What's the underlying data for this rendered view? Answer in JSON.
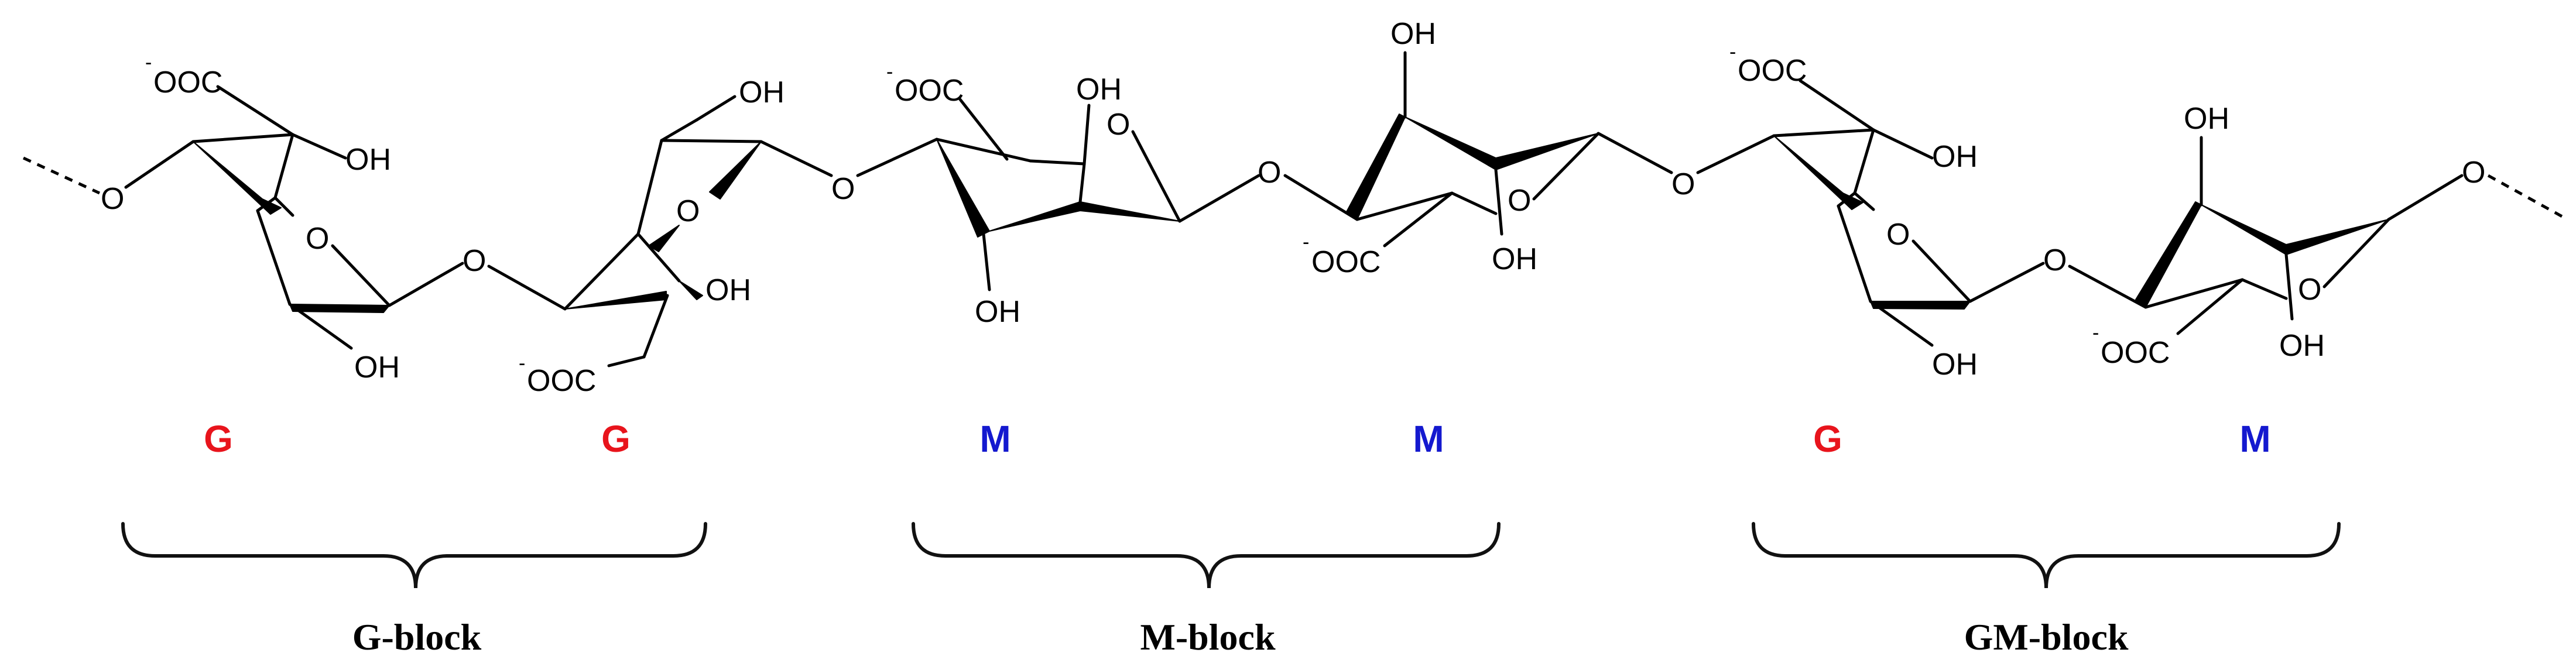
{
  "chain": {
    "units": [
      {
        "label": "G",
        "color": "#e8141c"
      },
      {
        "label": "G",
        "color": "#e8141c"
      },
      {
        "label": "M",
        "color": "#1419cf"
      },
      {
        "label": "M",
        "color": "#1419cf"
      },
      {
        "label": "G",
        "color": "#e8141c"
      },
      {
        "label": "M",
        "color": "#1419cf"
      }
    ],
    "blocks": [
      {
        "label": "G-block"
      },
      {
        "label": "M-block"
      },
      {
        "label": "GM-block"
      }
    ]
  },
  "atoms": {
    "oxygen": "O",
    "hydroxyl": "OH",
    "carboxylate": "OOC",
    "charge": "-"
  }
}
